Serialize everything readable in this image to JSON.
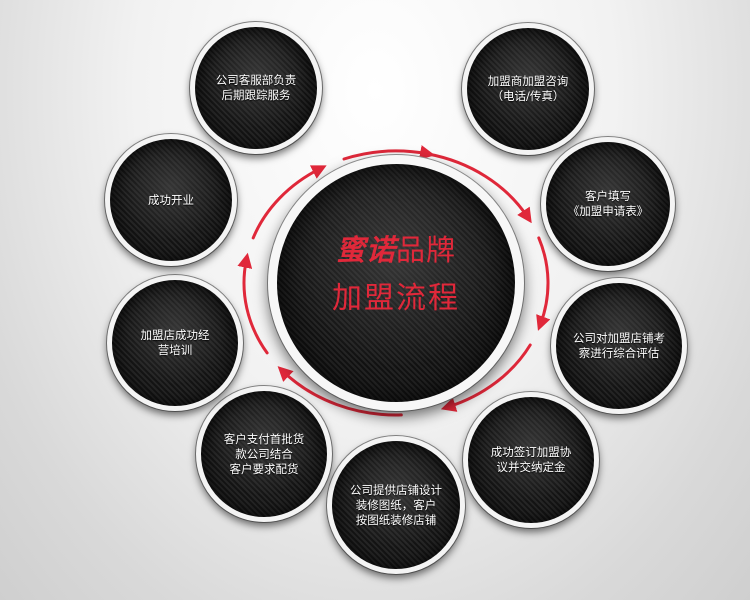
{
  "colors": {
    "accent_red": "#e0283a",
    "node_text": "#ffffff",
    "node_border": "#f4f4f4"
  },
  "center": {
    "brand": "蜜诺",
    "suffix": "品牌",
    "subtitle": "加盟流程"
  },
  "steps": [
    {
      "label": "加盟商加盟咨询\n（电话/传真）"
    },
    {
      "label": "客户填写\n《加盟申请表》"
    },
    {
      "label": "公司对加盟店铺考\n察进行综合评估"
    },
    {
      "label": "成功签订加盟协\n议并交纳定金"
    },
    {
      "label": "公司提供店铺设计\n装修图纸，客户\n按图纸装修店铺"
    },
    {
      "label": "客户支付首批货\n款公司结合\n客户要求配货"
    },
    {
      "label": "加盟店成功经\n营培训"
    },
    {
      "label": "成功开业"
    },
    {
      "label": "公司客服部负责\n后期跟踪服务"
    }
  ]
}
